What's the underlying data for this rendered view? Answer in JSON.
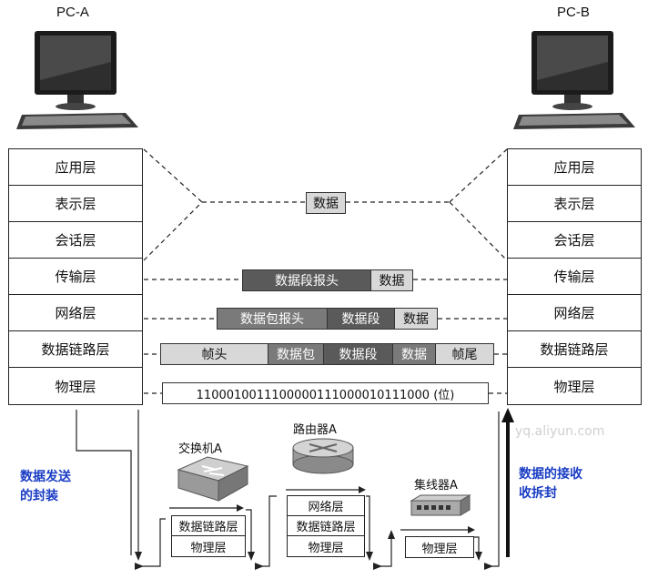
{
  "pc_a": {
    "label": "PC-A"
  },
  "pc_b": {
    "label": "PC-B"
  },
  "layers": [
    "应用层",
    "表示层",
    "会话层",
    "传输层",
    "网络层",
    "数据链路层",
    "物理层"
  ],
  "pdu": {
    "data": "数据",
    "segment": {
      "header": "数据段报头",
      "data": "数据"
    },
    "packet": {
      "header": "数据包报头",
      "segment": "数据段",
      "data": "数据"
    },
    "frame": {
      "header": "帧头",
      "packet": "数据包",
      "segment": "数据段",
      "data": "数据",
      "trailer": "帧尾"
    },
    "bits": "1100010011100000111000010111000 (位)"
  },
  "left_caption": [
    "数据发送",
    "的封装"
  ],
  "right_caption": [
    "数据的接收",
    "收拆封"
  ],
  "devices": {
    "switch": {
      "label": "交换机A",
      "layers": [
        "数据链路层",
        "物理层"
      ]
    },
    "router": {
      "label": "路由器A",
      "layers": [
        "网络层",
        "数据链路层",
        "物理层"
      ]
    },
    "hub": {
      "label": "集线器A",
      "layers": [
        "物理层"
      ]
    }
  },
  "watermark": "yq.aliyun.com"
}
